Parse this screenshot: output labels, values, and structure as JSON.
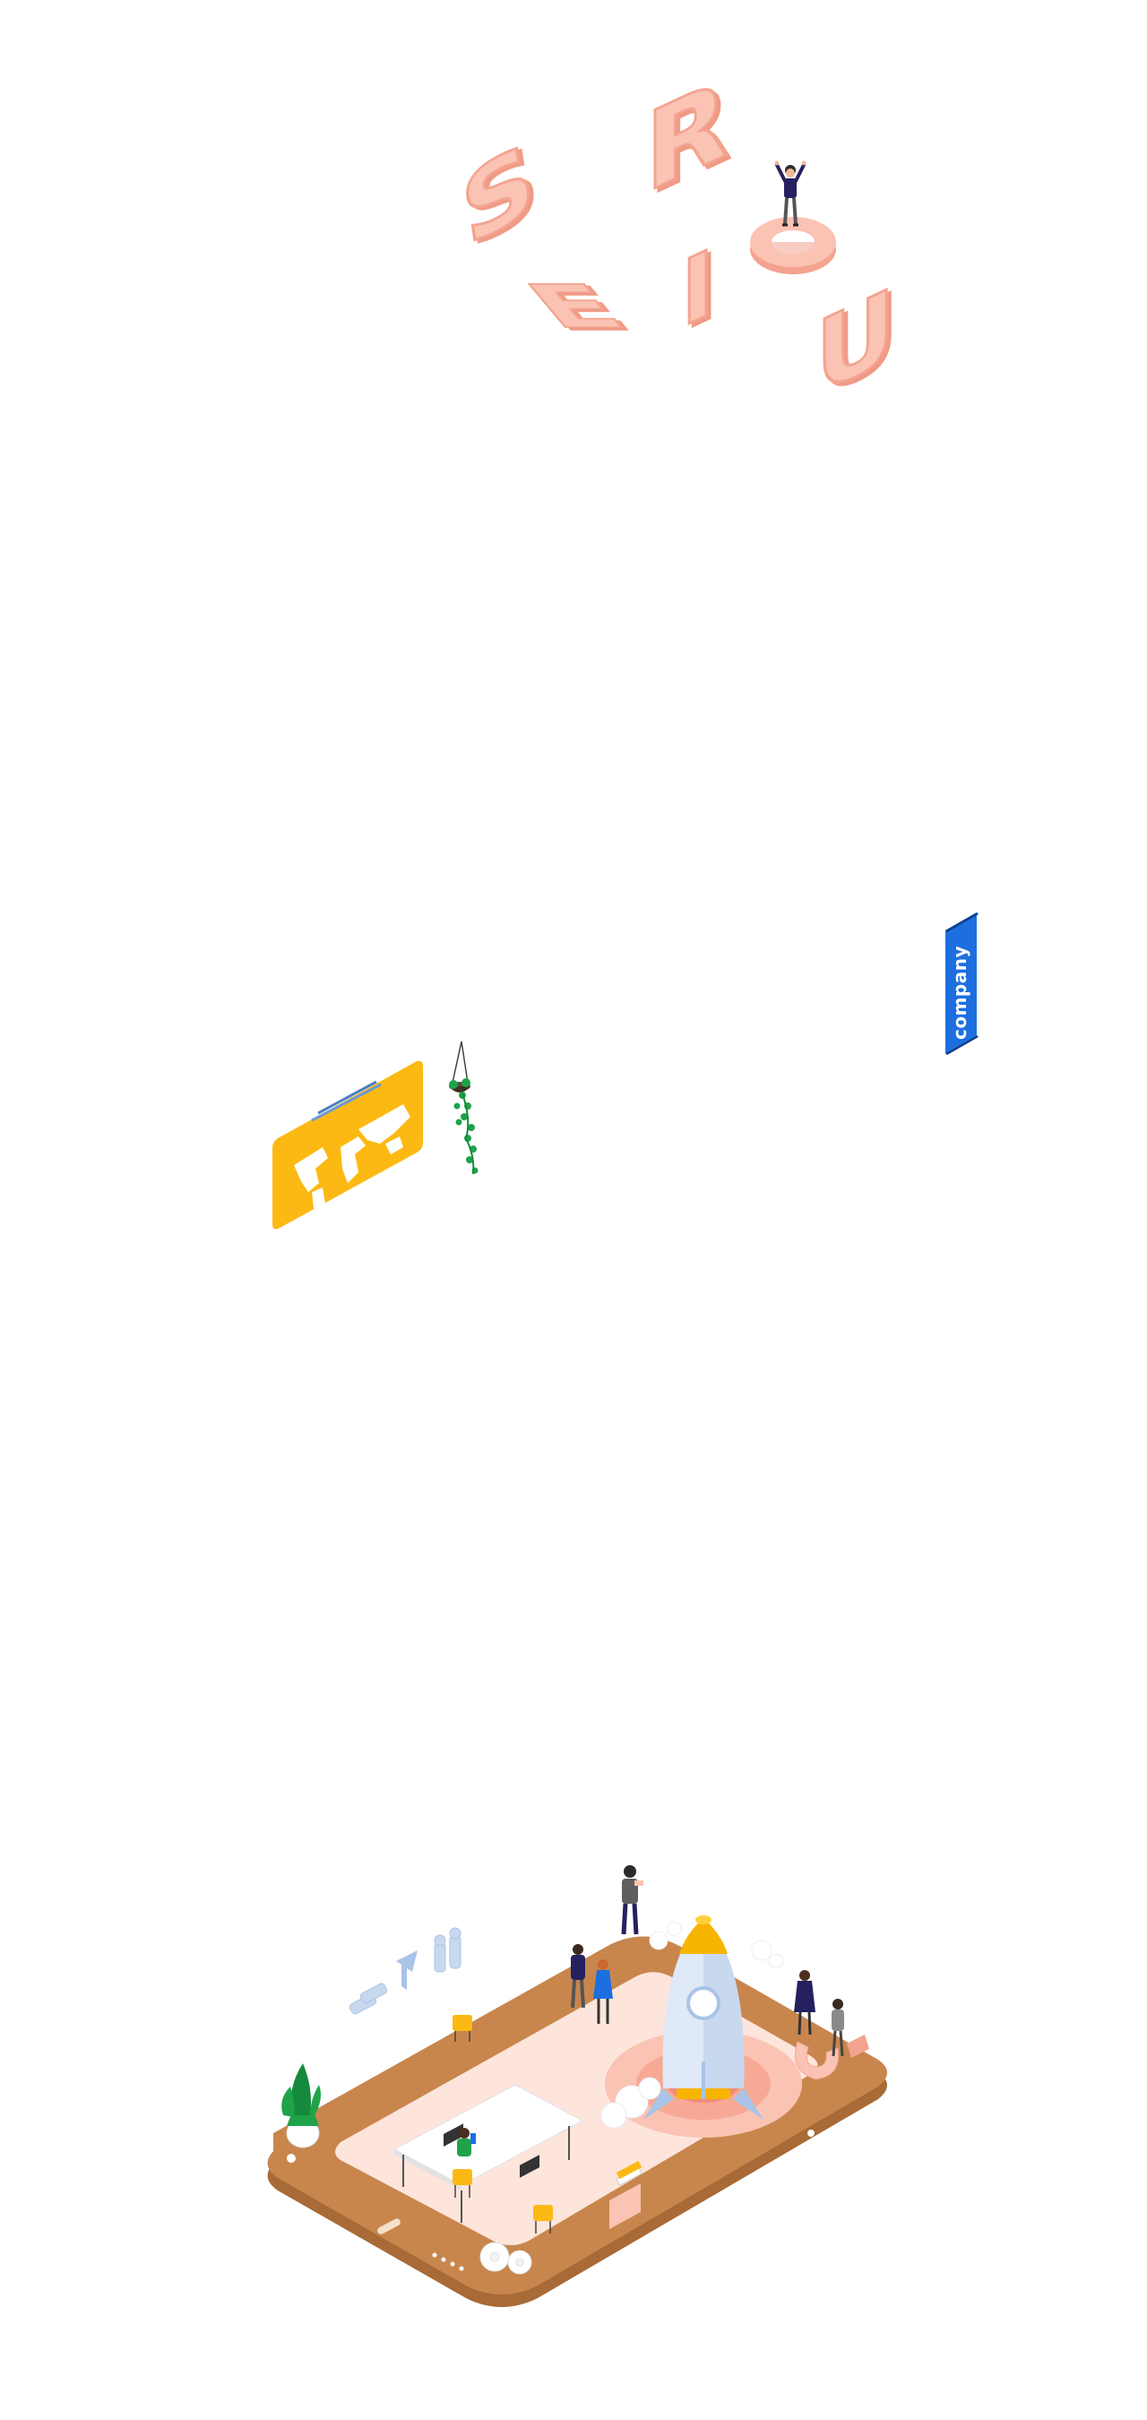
{
  "scene": {
    "letters": [
      "S",
      "E",
      "R",
      "I",
      "O",
      "U"
    ],
    "banner_text": "company"
  },
  "colors": {
    "letter_top": "#fbc3b3",
    "letter_side": "#f3a38f",
    "map_board": "#fdb913",
    "banner": "#1d6fe0",
    "platform": "#c8864d",
    "platform_dark": "#a86a36",
    "floor": "#fde5dc",
    "rocket": "#dfe9f7",
    "rocket_nose": "#f7b500",
    "plant": "#1fa34a"
  }
}
